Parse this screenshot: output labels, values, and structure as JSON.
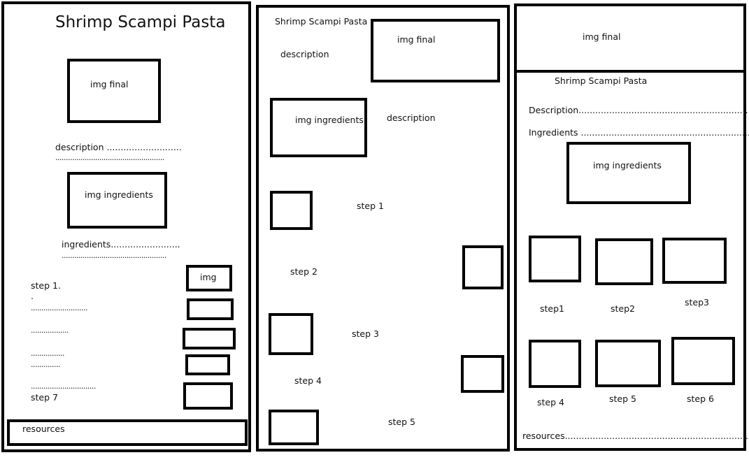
{
  "left": {
    "title": "Shrimp Scampi Pasta",
    "img_final": "img final",
    "description": "description ...........................",
    "description_line2": "....................................................",
    "img_ingredients": "img ingredients",
    "ingredients": "ingredients.........................",
    "ingredients_line2": "..................................................",
    "step1": "step 1.",
    "dot": ".",
    "line1": "...........................",
    "line2": "..................",
    "line3": "................",
    "line4": "..............",
    "line5": "...............................",
    "step7": "step 7",
    "img": "img",
    "resources": "resources"
  },
  "middle": {
    "title": "Shrimp Scampi Pasta",
    "description1": "description",
    "img_final": "img final",
    "img_ingredients": "img ingredients",
    "description2": "description",
    "step1": "step 1",
    "step2": "step 2",
    "step3": "step 3",
    "step4": "step 4",
    "step5": "step 5"
  },
  "right": {
    "img_final": "img final",
    "title": "Shrimp Scampi Pasta",
    "description": "Description...............................................................",
    "ingredients": "Ingredients ..............................................................",
    "img_ingredients": "img ingredients",
    "steps": [
      "step1",
      "step2",
      "step3",
      "step 4",
      "step 5",
      "step 6"
    ],
    "resources": "resources......................................................................"
  }
}
